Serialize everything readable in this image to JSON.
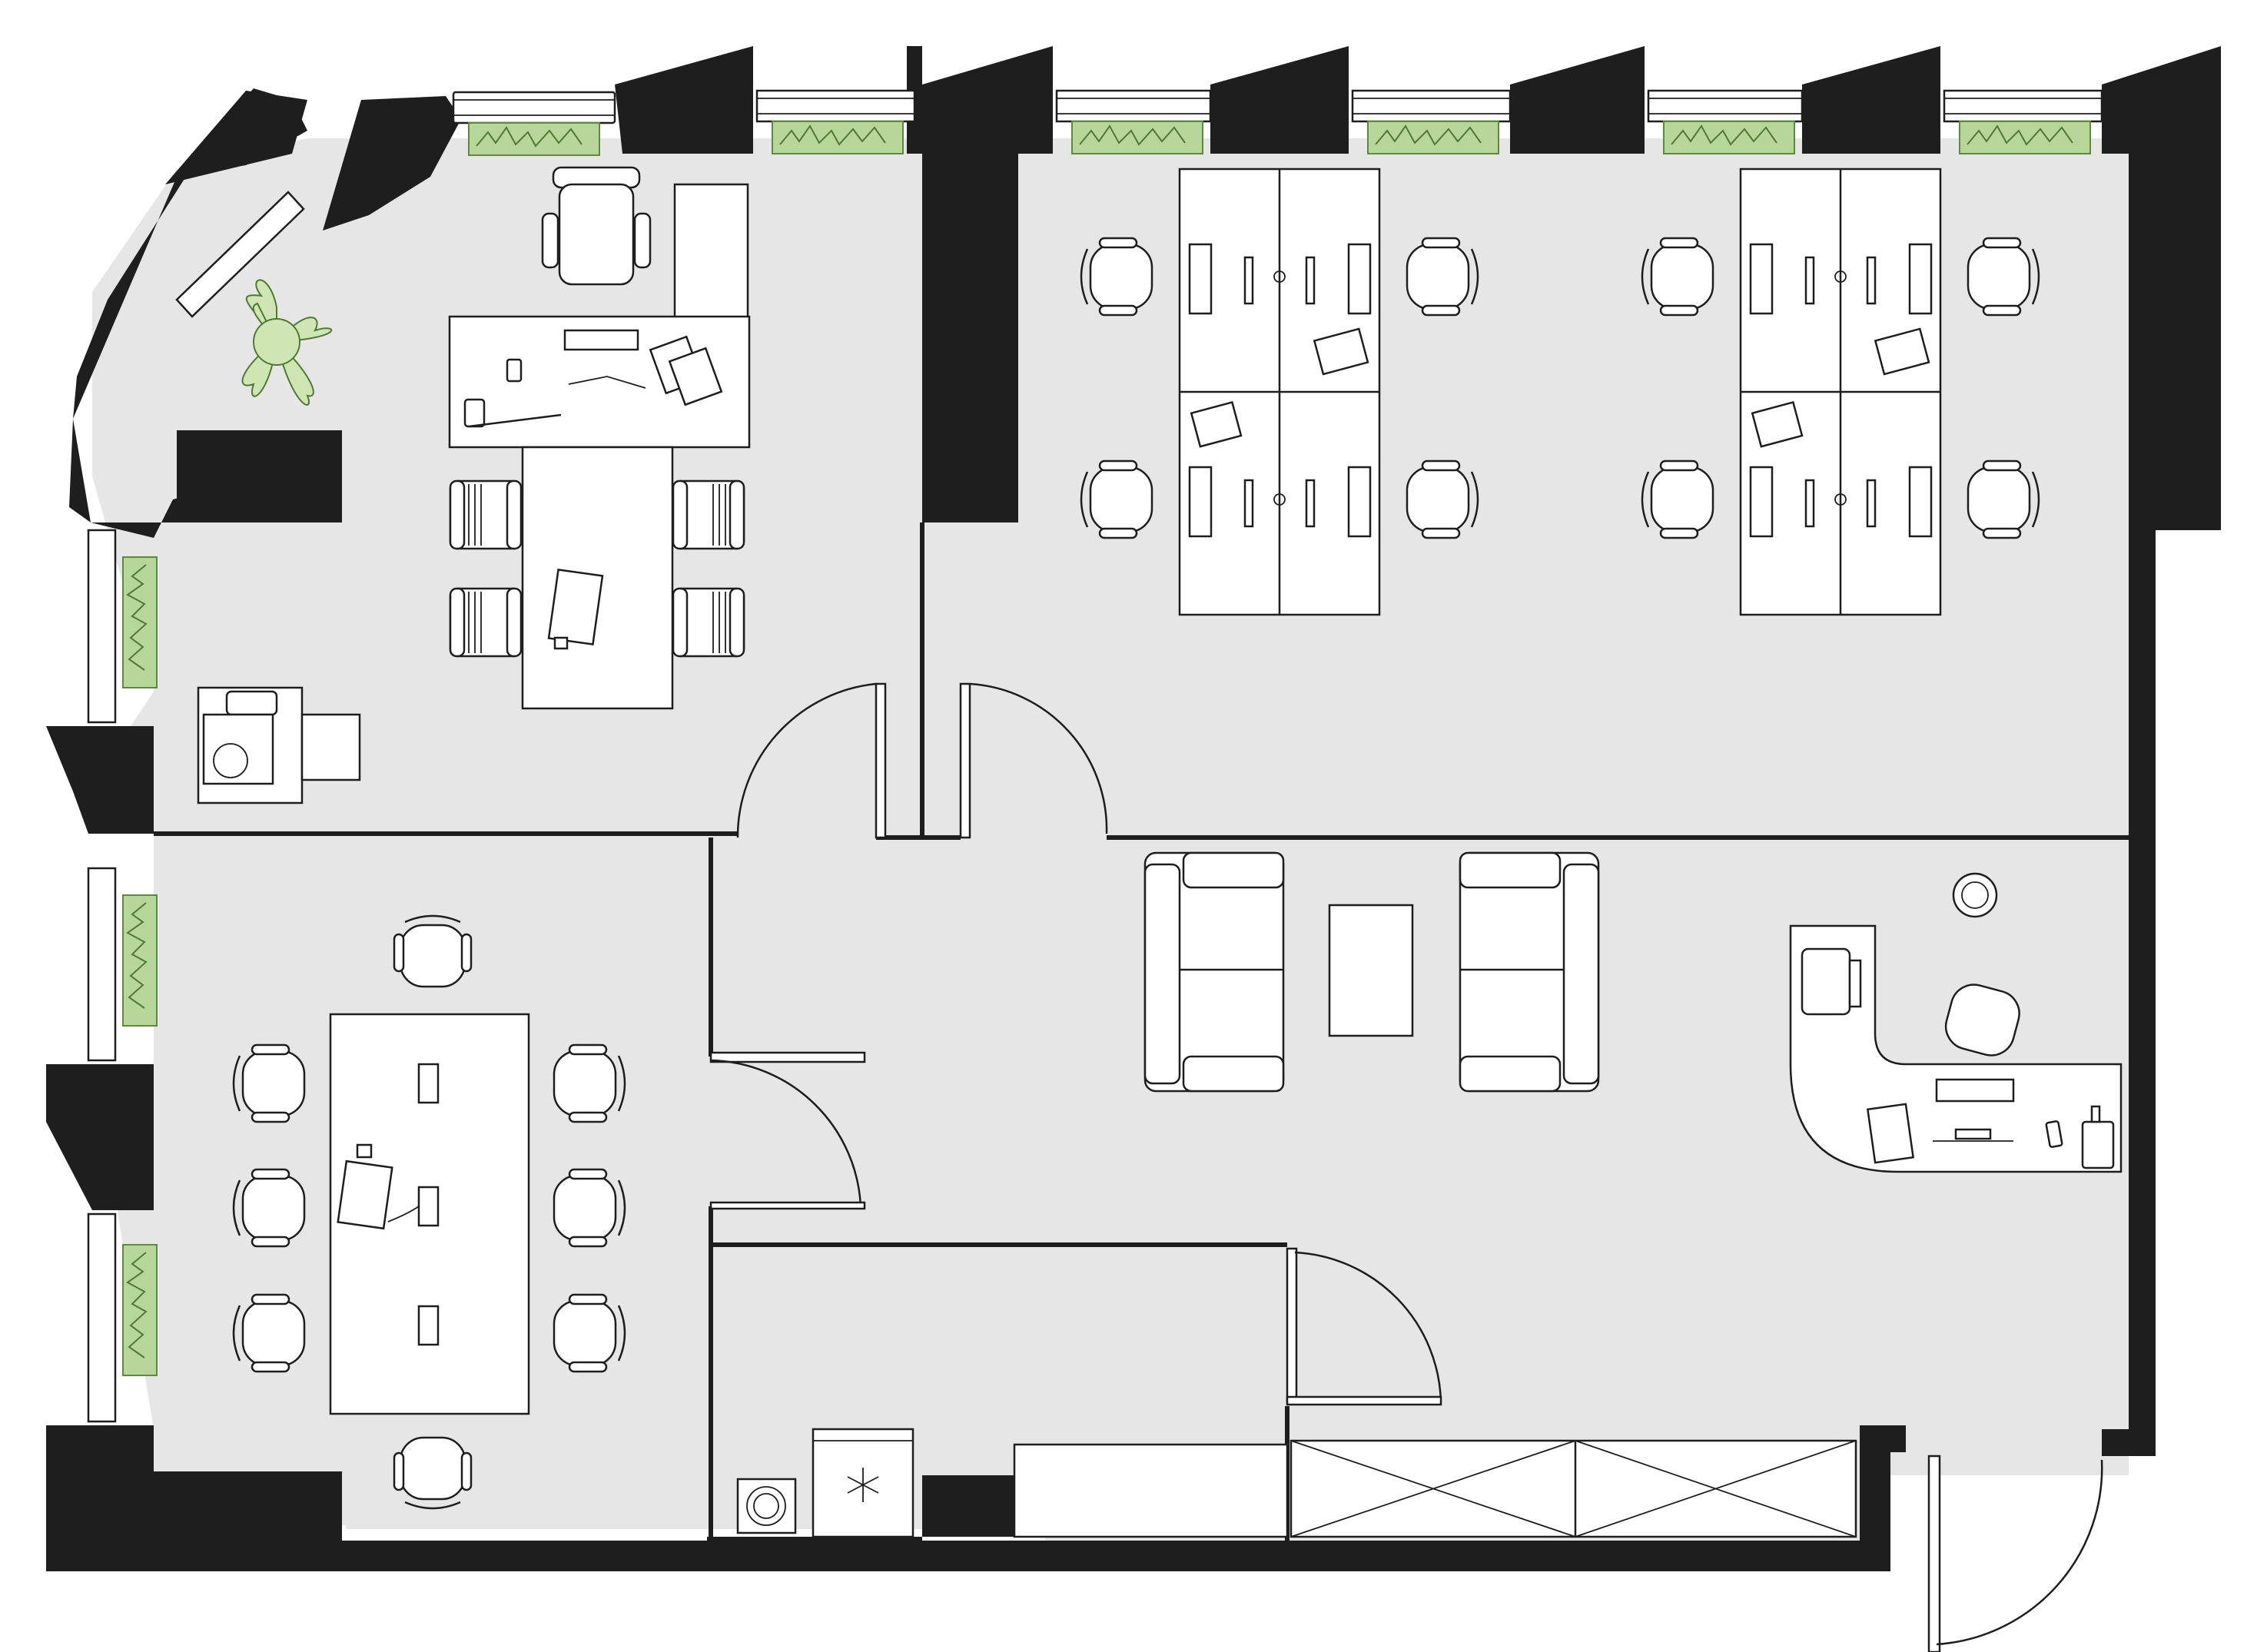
{
  "plan": {
    "background_color": "#ffffff",
    "floor_color": "#e6e6e6",
    "wall_color": "#1e1e1e",
    "plant_color": "#b7d79a",
    "rooms": [
      {
        "id": "executive-office",
        "icons": [
          "executive-chair",
          "l-shaped-desk",
          "meeting-table",
          "printer",
          "potted-plant"
        ]
      },
      {
        "id": "open-workspace",
        "icons": [
          "desk-cluster-left",
          "desk-cluster-right"
        ]
      },
      {
        "id": "meeting-room",
        "icons": [
          "conference-table",
          "laptop"
        ]
      },
      {
        "id": "lounge",
        "icons": [
          "sofa",
          "coffee-table"
        ]
      },
      {
        "id": "reception",
        "icons": [
          "reception-desk",
          "water-cooler"
        ]
      },
      {
        "id": "kitchen",
        "icons": [
          "fridge-icon",
          "coffee-machine-icon",
          "wardrobe"
        ]
      }
    ]
  }
}
